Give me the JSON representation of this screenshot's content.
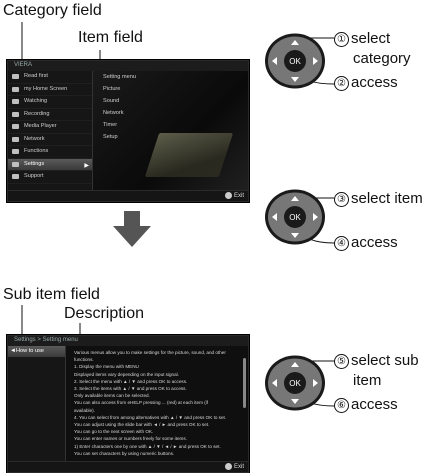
{
  "labels": {
    "category_field": "Category field",
    "item_field": "Item field",
    "sub_item_field": "Sub item field",
    "description": "Description"
  },
  "screen1": {
    "header": "VIERA",
    "categories": [
      "Read first",
      "my Home Screen",
      "Watching",
      "Recording",
      "Media Player",
      "Network",
      "Functions",
      "Settings",
      "Support"
    ],
    "selected_category": "Settings",
    "items": [
      "Setting menu",
      "Picture",
      "Sound",
      "Network",
      "Timer",
      "Setup"
    ],
    "exit": "Exit"
  },
  "screen2": {
    "header": "Settings > Setting menu",
    "sub_item": "How to use",
    "description_lines": [
      "Various menus allow you to make settings for the picture, sound, and other",
      "functions.",
      "1. Display the menu with MENU",
      "     Displayed items vary depending on the input signal.",
      "2. Select the menu with ▲ / ▼ and press OK to access.",
      "3. Select the items with ▲ / ▼ and press OK to access.",
      "     Only available items can be selected.",
      "     You can also access from eHELP pressing ... (red) at each item (if",
      "     available).",
      "",
      "4. You can select from among alternatives with ▲ / ▼ and press OK to set.",
      "     You can adjust using the slide bar with ◄ / ► and press OK to set.",
      "     You can go to the next screen with OK.",
      "     You can enter names or numbers freely for some items.",
      "     1) Enter characters one by one with ▲ / ▼ / ◄ / ► and press OK to set.",
      "        You can set characters by using numeric buttons."
    ],
    "exit": "Exit"
  },
  "steps": {
    "s1": {
      "num": "①",
      "text": "select"
    },
    "s1b": "category",
    "s2": {
      "num": "②",
      "text": "access"
    },
    "s3": {
      "num": "③",
      "text": "select item"
    },
    "s4": {
      "num": "④",
      "text": "access"
    },
    "s5": {
      "num": "⑤",
      "text": "select sub"
    },
    "s5b": "item",
    "s6": {
      "num": "⑥",
      "text": "access"
    }
  },
  "pad": {
    "center": "OK"
  },
  "icons": {
    "down_arrow": "down-arrow-icon",
    "dpad": "dpad-icon"
  }
}
